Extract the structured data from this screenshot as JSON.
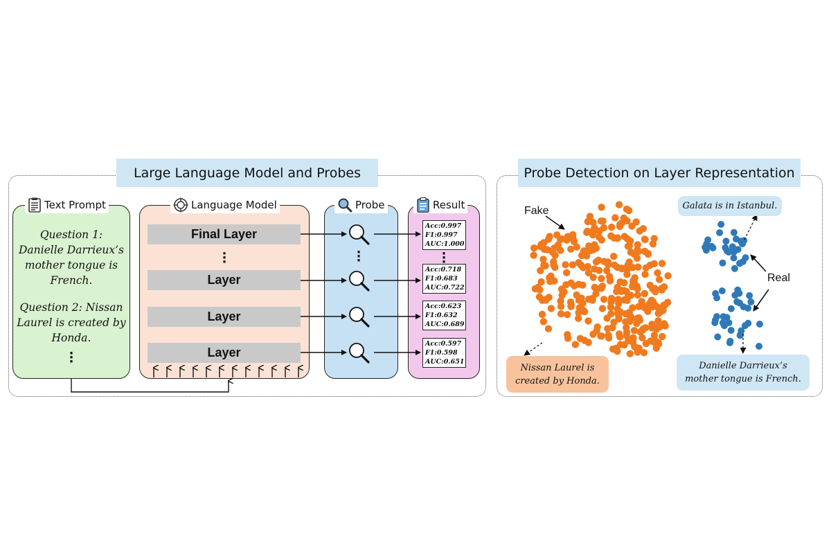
{
  "left_panel": {
    "title": "Large Language Model and Probes",
    "text_prompt": {
      "label": "Text Prompt",
      "question1": [
        "Question 1:",
        "Danielle Darrieux’s",
        "mother tongue is",
        "French."
      ],
      "question2": [
        "Question 2: Nissan",
        "Laurel is created by",
        "Honda."
      ]
    },
    "language_model": {
      "label": "Language Model",
      "layers": [
        "Final Layer",
        "Layer",
        "Layer",
        "Layer"
      ]
    },
    "probe": {
      "label": "Probe"
    },
    "result": {
      "label": "Result",
      "items": [
        {
          "acc": "Acc:0.997",
          "f1": "F1:0.997",
          "auc": "AUC:1.000"
        },
        {
          "acc": "Acc:0.718",
          "f1": "F1:0.683",
          "auc": "AUC:0.722"
        },
        {
          "acc": "Acc:0.623",
          "f1": "F1:0.632",
          "auc": "AUC:0.689"
        },
        {
          "acc": "Acc:0.597",
          "f1": "F1:0.598",
          "auc": "AUC:0.651"
        }
      ]
    }
  },
  "right_panel": {
    "title": "Probe Detection on Layer Representation",
    "fake_label": "Fake",
    "real_label": "Real",
    "captions": {
      "galata": "Galata is in Istanbul.",
      "nissan": [
        "Nissan Laurel is",
        "created by Honda."
      ],
      "danielle": [
        "Danielle Darrieux’s",
        "mother tongue is French."
      ]
    }
  },
  "colors": {
    "title_bg": "#cfe6f5",
    "prompt_bg": "#d9f2d0",
    "model_bg": "#fbe2d5",
    "probe_bg": "#c5e1f3",
    "result_bg": "#f2c9ec",
    "fake_dot": "#f07a1e",
    "real_dot": "#2f79b8",
    "nissan_caption_bg": "#f8c39c",
    "blue_caption_bg": "#cfe6f5"
  }
}
